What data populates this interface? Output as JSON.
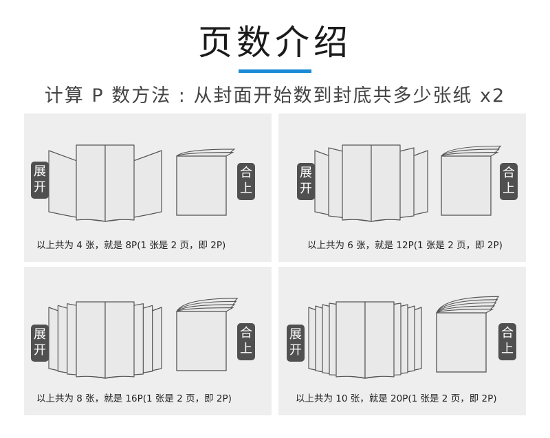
{
  "title": "页数介绍",
  "subtitle": "计算 P 数方法 : 从封面开始数到封底共多少张纸 x2",
  "accent_color": "#1a8ad6",
  "panels": [
    {
      "open_label": "展开",
      "closed_label": "合上",
      "sheets": 4,
      "caption": "以上共为 4 张，就是 8P(1 张是 2 页，即 2P)"
    },
    {
      "open_label": "展开",
      "closed_label": "合上",
      "sheets": 6,
      "caption": "以上共为 6 张，就是 12P(1 张是 2 页，即 2P)"
    },
    {
      "open_label": "展开",
      "closed_label": "合上",
      "sheets": 8,
      "caption": "以上共为 8 张，就是 16P(1 张是 2 页，即 2P)"
    },
    {
      "open_label": "展开",
      "closed_label": "合上",
      "sheets": 10,
      "caption": "以上共为 10 张，就是 20P(1 张是 2 页，即 2P)"
    }
  ]
}
